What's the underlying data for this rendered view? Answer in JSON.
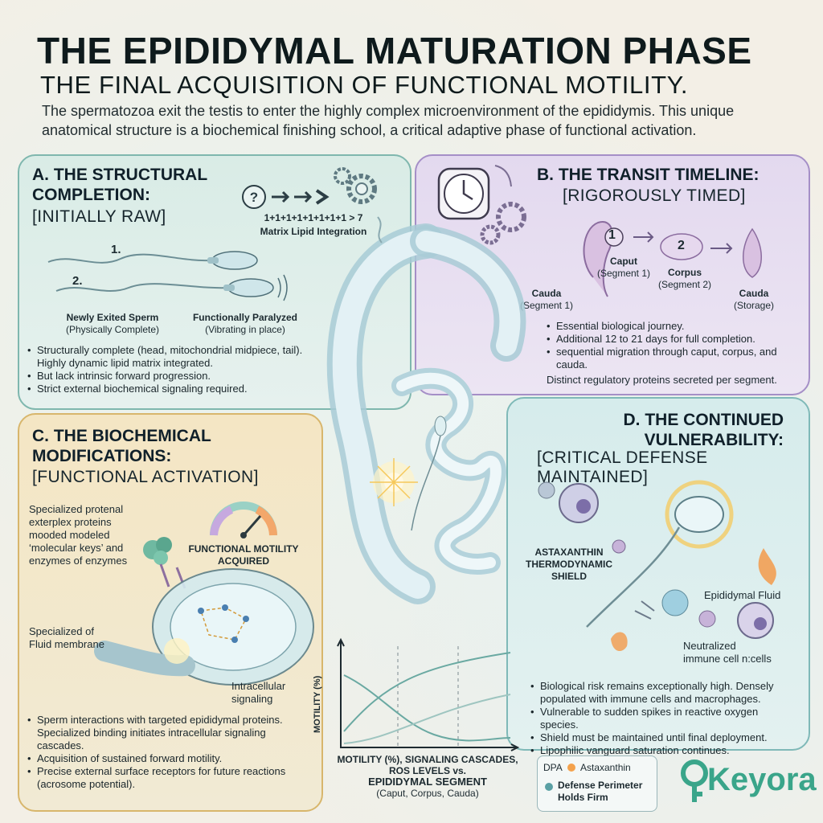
{
  "header": {
    "title": "THE EPIDIDYMAL MATURATION PHASE",
    "subtitle": "THE FINAL ACQUISITION OF FUNCTIONAL MOTILITY.",
    "intro": "The spermatozoa exit the testis to enter the highly complex microenvironment of the epididymis. This unique anatomical structure is a biochemical finishing school, a critical adaptive phase of functional activation."
  },
  "panel_a": {
    "heading_line1": "A. THE STRUCTURAL",
    "heading_line2": "COMPLETION:",
    "bracket": "[INITIALLY RAW]",
    "formula": "1+1+1+1+1+1+1+1 > 7",
    "formula_caption": "Matrix Lipid Integration",
    "step1": "1.",
    "step2": "2.",
    "left_caption_title": "Newly Exited Sperm",
    "left_caption_sub": "(Physically Complete)",
    "right_caption_title": "Functionally Paralyzed",
    "right_caption_sub": "(Vibrating in place)",
    "bullets": [
      "Structurally complete (head, mitochondrial midpiece, tail). Highly dynamic lipid matrix integrated.",
      "But lack intrinsic forward progression.",
      "Strict external biochemical signaling required."
    ]
  },
  "panel_b": {
    "heading": "B. THE TRANSIT TIMELINE:",
    "bracket": "[RIGOROUSLY TIMED]",
    "cauda_left_title": "Cauda",
    "cauda_left_sub": "(Segment 1)",
    "num1": "1",
    "caput_title": "Caput",
    "caput_sub": "(Segment 1)",
    "num2": "2",
    "corpus_title": "Corpus",
    "corpus_sub": "(Segment 2)",
    "cauda_right_title": "Cauda",
    "cauda_right_sub": "(Storage)",
    "bullets": [
      "Essential biological journey.",
      "Additional 12 to 21 days for full completion.",
      "sequential migration through caput, corpus, and cauda."
    ],
    "footer": "Distinct regulatory proteins secreted per segment."
  },
  "panel_c": {
    "heading_line1": "C. THE BIOCHEMICAL",
    "heading_line2": "MODIFICATIONS:",
    "bracket": "[FUNCTIONAL ACTIVATION]",
    "protein_label": "Specialized protenal exterplex proteins mooded modeled ‘molecular keys’ and enzymes of enzymes",
    "gauge_label_line1": "FUNCTIONAL MOTILITY",
    "gauge_label_line2": "ACQUIRED",
    "membrane_label": "Specialized of Fluid membrane",
    "signaling_label": "Intracellular signaling",
    "bullets": [
      "Sperm interactions with targeted epididymal proteins. Specialized binding initiates intracellular signaling cascades.",
      "Acquisition of sustained forward motility.",
      "Precise external surface receptors for future reactions (acrosome potential)."
    ]
  },
  "panel_d": {
    "heading_line1": "D. THE CONTINUED",
    "heading_line2": "VULNERABILITY:",
    "bracket": "[CRITICAL DEFENSE MAINTAINED]",
    "shield_line1": "ASTAXANTHIN",
    "shield_line2": "THERMODYNAMIC",
    "shield_line3": "SHIELD",
    "fluid_label": "Epididymal Fluid",
    "neutralized_line1": "Neutralized",
    "neutralized_line2": "immune cell n:cells",
    "bullets": [
      "Biological risk remains exceptionally high. Densely populated with immune cells and macrophages.",
      "Vulnerable to sudden spikes in reactive oxygen species.",
      "Shield must be maintained until final deployment.",
      "Lipophilic vanguard saturation continues."
    ]
  },
  "graph": {
    "ylabel": "MOTILITY (%)",
    "caption_line1": "MOTILITY (%), SIGNALING CASCADES,",
    "caption_line2": "ROS LEVELS vs.",
    "caption_line3": "EPIDIDYMAL SEGMENT",
    "caption_line4": "(Caput, Corpus, Cauda)"
  },
  "legend": {
    "dpa": "DPA",
    "astaxanthin": "Astaxanthin",
    "defense_line1": "Defense Perimeter",
    "defense_line2": "Holds Firm"
  },
  "brand": {
    "logo_text": "Keyora",
    "color": "#3aa58a"
  },
  "colors": {
    "panel_a": "#7fb7ae",
    "panel_b": "#a58fc7",
    "panel_c": "#d8b66c",
    "panel_d": "#7fb9b8"
  }
}
